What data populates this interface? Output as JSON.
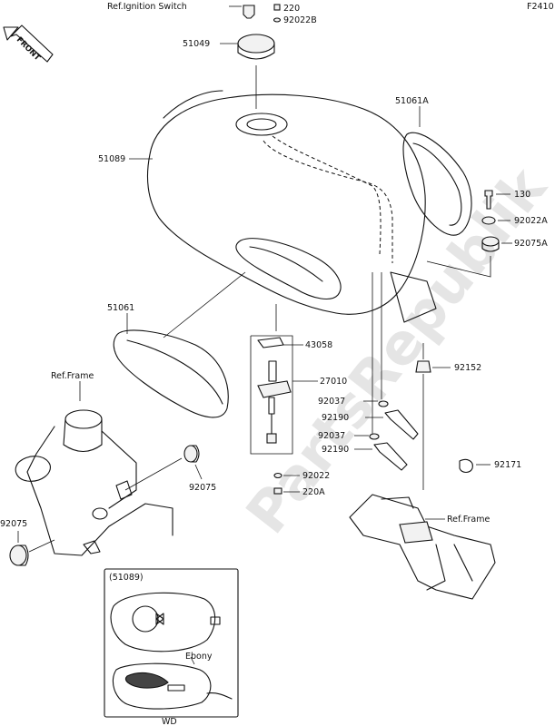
{
  "diagram_code": "F2410",
  "front_arrow_label": "FRONT",
  "watermark": "PartsRepublik",
  "labels": {
    "ref_ignition_switch": "Ref.Ignition Switch",
    "p220": "220",
    "p92022b": "92022B",
    "p51049": "51049",
    "p51089": "51089",
    "p51061a": "51061A",
    "p130": "130",
    "p92022a": "92022A",
    "p92075a": "92075A",
    "p51061": "51061",
    "p43058": "43058",
    "p27010": "27010",
    "p92152": "92152",
    "ref_frame_left": "Ref.Frame",
    "p92037_a": "92037",
    "p92190_a": "92190",
    "p92037_b": "92037",
    "p92190_b": "92190",
    "p92171": "92171",
    "p92022": "92022",
    "p220a": "220A",
    "p92075_mid": "92075",
    "p92075_left": "92075",
    "ref_frame_right": "Ref.Frame"
  },
  "inset": {
    "title": "(51089)",
    "variant_label": "Ebony",
    "footer": "WD"
  }
}
